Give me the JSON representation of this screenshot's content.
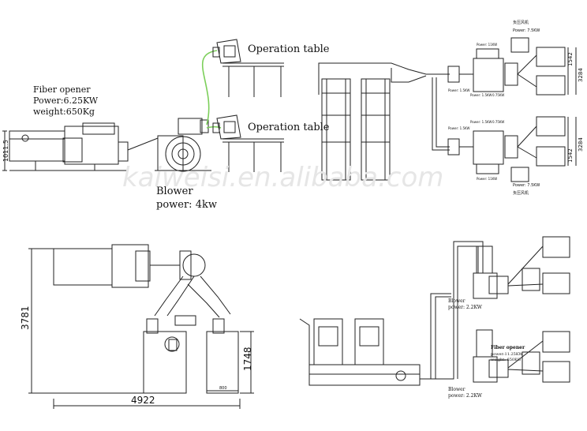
{
  "top_left": {
    "fiber_opener": {
      "title": "Fiber opener",
      "power": "Power:6.25KW",
      "weight": "weight:650Kg"
    },
    "height_dim": "1011.5",
    "operation_table_upper": "Operation table",
    "operation_table_lower": "Operation table",
    "blower": {
      "title": "Blower",
      "power": "power:  4kw"
    }
  },
  "watermark": "kaiweisi.en.alibaba.com",
  "top_right": {
    "power_top": "Power: 7.5KW",
    "power_bottom": "Power: 7.5KW",
    "chinese_top": "负压风机",
    "chinese_bottom": "负压风机",
    "small_labels": [
      "Power: 11KW",
      "Power: 1.5KW",
      "Power: 1.5KW",
      "0.75KW",
      "Power: 1.5KW",
      "Power: 1.5KW",
      "0.75KW",
      "Power: 11KW"
    ],
    "dim_1542_top": "1542",
    "dim_3284_top": "3284",
    "dim_1542_bottom": "1542",
    "dim_3284_bottom": "3284"
  },
  "bottom_left": {
    "dim_height": "3781",
    "dim_width": "4922",
    "dim_1748": "1748",
    "dim_800": "800"
  },
  "bottom_right": {
    "blower_upper": {
      "title": "Blower",
      "power": "power: 2.2KW"
    },
    "fiber_opener": {
      "title": "Fiber opener",
      "power": "power:11.25KW",
      "weight": "weight: 650KG"
    },
    "blower_lower": {
      "title": "Blower",
      "power": "power: 2.2KW"
    }
  },
  "colors": {
    "line": "#222222",
    "pipe_green": "#7ccf5a",
    "watermark": "#e6e6e6"
  }
}
